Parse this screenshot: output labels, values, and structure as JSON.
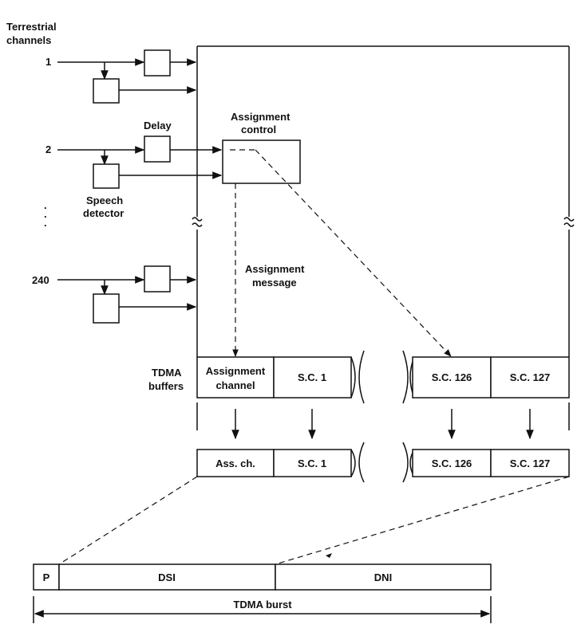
{
  "labels": {
    "terrestrial_line1": "Terrestrial",
    "terrestrial_line2": "channels",
    "channel_1": "1",
    "channel_2": "2",
    "channel_240": "240",
    "delay": "Delay",
    "speech_line1": "Speech",
    "speech_line2": "detector",
    "assignment_control_line1": "Assignment",
    "assignment_control_line2": "control",
    "assignment_message_line1": "Assignment",
    "assignment_message_line2": "message",
    "tdma_buffers_line1": "TDMA",
    "tdma_buffers_line2": "buffers",
    "ellipsis_dot": "."
  },
  "buffers": {
    "assignment_channel_line1": "Assignment",
    "assignment_channel_line2": "channel",
    "sc1": "S.C. 1",
    "sc126": "S.C. 126",
    "sc127": "S.C. 127"
  },
  "output": {
    "ass_ch": "Ass. ch.",
    "sc1": "S.C. 1",
    "sc126": "S.C. 126",
    "sc127": "S.C. 127"
  },
  "burst": {
    "preamble": "P",
    "dsi": "DSI",
    "dni": "DNI",
    "caption": "TDMA burst"
  }
}
